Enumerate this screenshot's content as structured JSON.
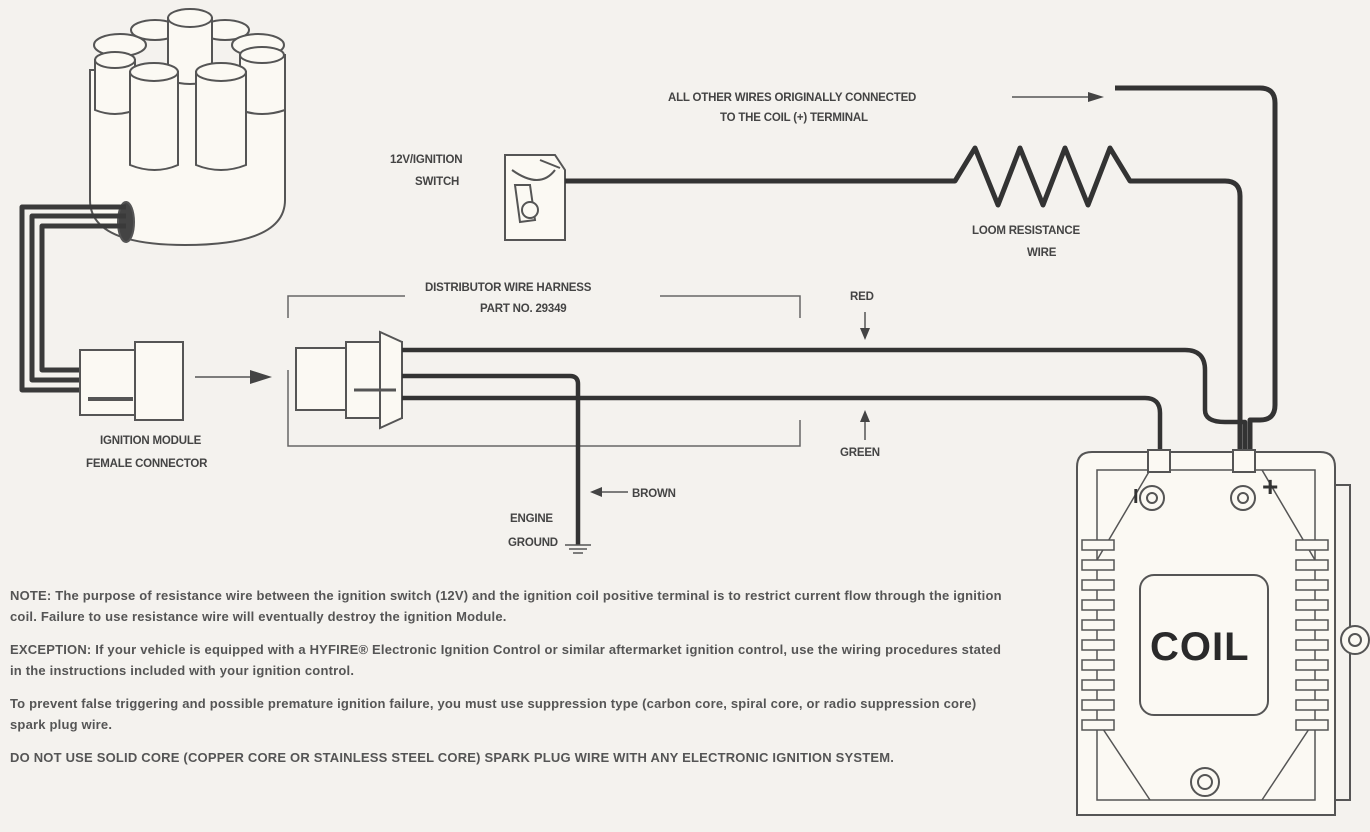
{
  "labels": {
    "all_other_wires_line1": "ALL OTHER WIRES ORIGINALLY CONNECTED",
    "all_other_wires_line2": "TO THE COIL (+) TERMINAL",
    "switch_line1": "12V/IGNITION",
    "switch_line2": "SWITCH",
    "resistance_line1": "LOOM RESISTANCE",
    "resistance_line2": "WIRE",
    "harness_line1": "DISTRIBUTOR WIRE HARNESS",
    "harness_line2": "PART NO. 29349",
    "red": "RED",
    "green": "GREEN",
    "brown": "BROWN",
    "ground_line1": "ENGINE",
    "ground_line2": "GROUND",
    "module_line1": "IGNITION MODULE",
    "module_line2": "FEMALE CONNECTOR",
    "coil": "COIL",
    "coil_neg": "I",
    "coil_pos": "+"
  },
  "notes": [
    "NOTE: The purpose of resistance wire between the ignition switch (12V) and the ignition coil positive terminal is to restrict current flow through the ignition coil. Failure to use resistance wire will eventually destroy the ignition Module.",
    "EXCEPTION: If your vehicle is equipped with a HYFIRE® Electronic Ignition Control or similar aftermarket ignition control, use the wiring procedures stated in the instructions included with your ignition control.",
    "To prevent false triggering and possible premature ignition failure, you must use suppression type (carbon core, spiral core, or radio suppression core) spark plug wire.",
    "DO NOT USE SOLID CORE (COPPER CORE OR STAINLESS STEEL CORE) SPARK PLUG WIRE WITH ANY ELECTRONIC IGNITION SYSTEM."
  ]
}
